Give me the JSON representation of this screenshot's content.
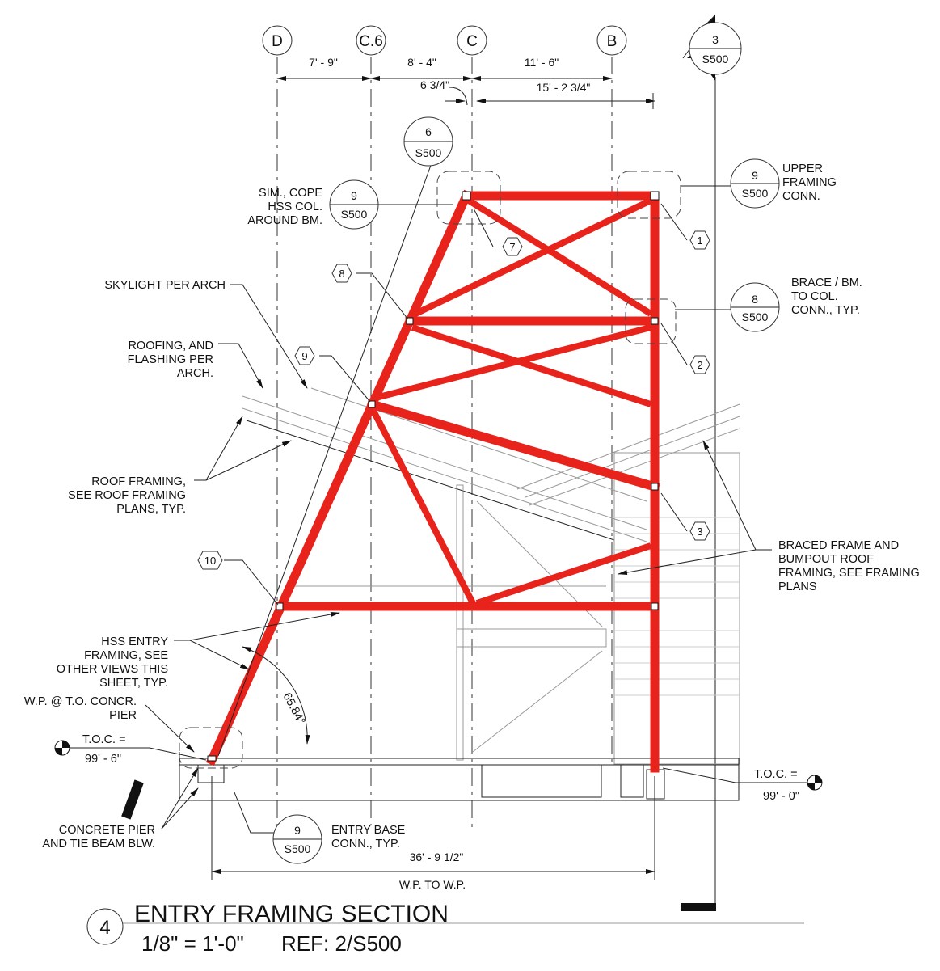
{
  "grid_labels": [
    "D",
    "C.6",
    "C",
    "B"
  ],
  "dimensions": {
    "d_c6": "7' - 9\"",
    "c6_c": "8' - 4\"",
    "c_b": "11' - 6\"",
    "offset": "6 3/4\"",
    "c_to_col": "15' - 2 3/4\"",
    "overall": "36' - 9 1/2\"",
    "overall_label": "W.P. TO W.P.",
    "angle": "65.84°"
  },
  "section_refs": [
    {
      "num": "3",
      "sheet": "S500"
    },
    {
      "num": "6",
      "sheet": "S500"
    },
    {
      "num": "9",
      "sheet": "S500"
    },
    {
      "num": "9",
      "sheet": "S500"
    },
    {
      "num": "8",
      "sheet": "S500"
    },
    {
      "num": "9",
      "sheet": "S500"
    }
  ],
  "tags": [
    "7",
    "1",
    "8",
    "2",
    "9",
    "3",
    "10"
  ],
  "notes": {
    "cope": [
      "SIM., COPE",
      "HSS COL.",
      "AROUND BM."
    ],
    "skylight": [
      "SKYLIGHT PER ARCH"
    ],
    "roofing": [
      "ROOFING, AND",
      "FLASHING PER",
      "ARCH."
    ],
    "roof_framing": [
      "ROOF FRAMING,",
      "SEE ROOF FRAMING",
      "PLANS, TYP."
    ],
    "hss": [
      "HSS ENTRY",
      "FRAMING, SEE",
      "OTHER VIEWS THIS",
      "SHEET, TYP."
    ],
    "wp": [
      "W.P. @ T.O. CONCR.",
      "PIER"
    ],
    "pier": [
      "CONCRETE PIER",
      "AND TIE BEAM BLW."
    ],
    "base": [
      "ENTRY BASE",
      "CONN., TYP."
    ],
    "upper": [
      "UPPER",
      "FRAMING",
      "CONN."
    ],
    "brace": [
      "BRACE / BM.",
      "TO COL.",
      "CONN., TYP."
    ],
    "braced": [
      "BRACED FRAME AND",
      "BUMPOUT ROOF",
      "FRAMING, SEE FRAMING",
      "PLANS"
    ]
  },
  "elevations": {
    "left": {
      "label": "T.O.C. =",
      "value": "99' - 6\""
    },
    "right": {
      "label": "T.O.C. =",
      "value": "99' - 0\""
    }
  },
  "title": {
    "number": "4",
    "name": "ENTRY FRAMING SECTION",
    "scale": "1/8\" = 1'-0\"",
    "ref": "REF:  2/S500"
  },
  "colors": {
    "frame": "#e8231b"
  }
}
